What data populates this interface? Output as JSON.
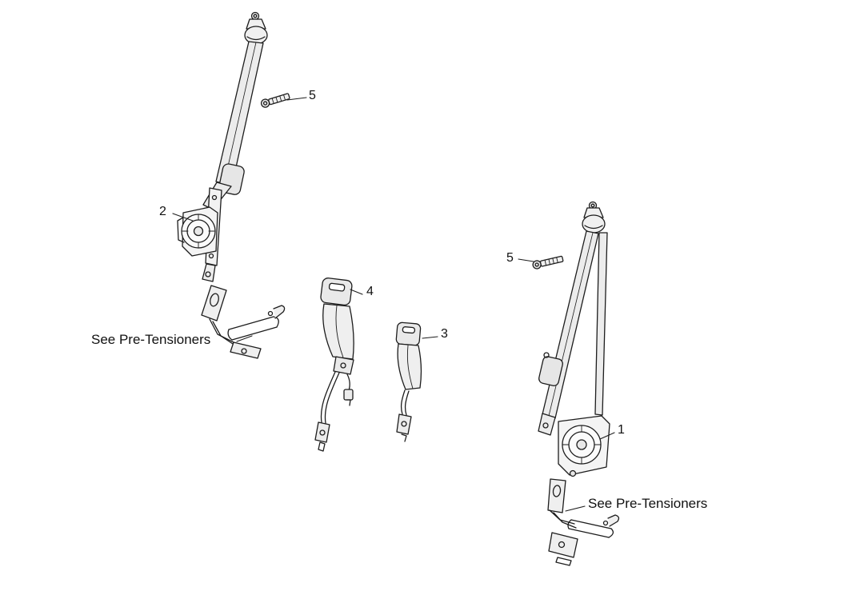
{
  "diagram": {
    "callouts": {
      "item1": "1",
      "item2": "2",
      "item3": "3",
      "item4": "4",
      "item5_left": "5",
      "item5_right": "5"
    },
    "cross_references": {
      "left": "See Pre-Tensioners",
      "right": "See Pre-Tensioners"
    },
    "colors": {
      "background": "#ffffff",
      "line": "#1d1d1d",
      "fill_light": "#efefef"
    }
  }
}
